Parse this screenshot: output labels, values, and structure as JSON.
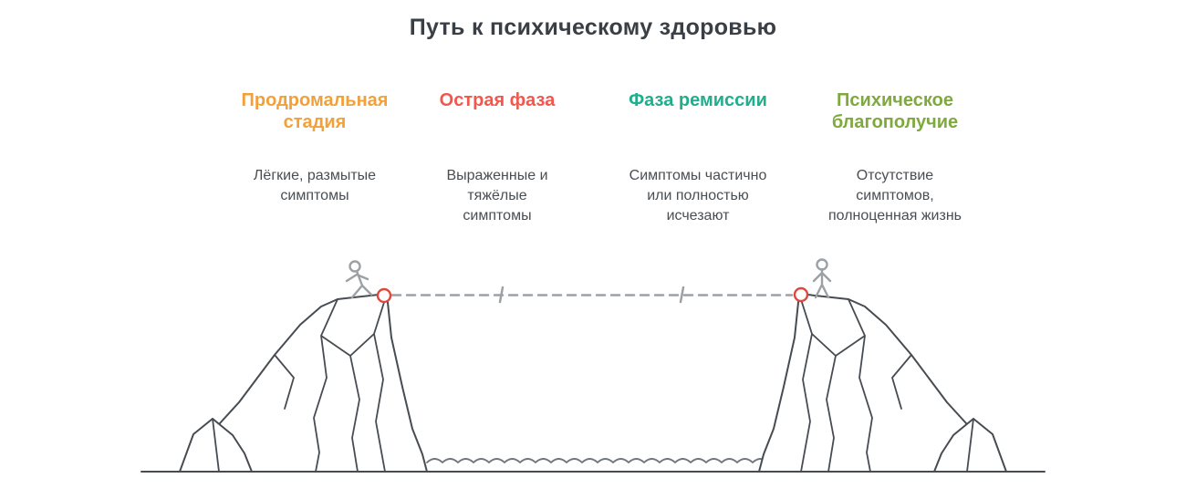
{
  "title": "Путь к психическому здоровью",
  "stages": [
    {
      "label": "Продромальная стадия",
      "description": "Лёгкие, размытые симптомы",
      "color": "#F2A13A"
    },
    {
      "label": "Острая фаза",
      "description": "Выраженные и тяжёлые симптомы",
      "color": "#F1574D"
    },
    {
      "label": "Фаза ремиссии",
      "description": "Симптомы частично или полностью исчезают",
      "color": "#21AE8C"
    },
    {
      "label": "Психическое благополучие",
      "description": "Отсутствие симптомов, полноценная жизнь",
      "color": "#7FA93F"
    }
  ],
  "colors": {
    "title": "#3A3F46",
    "description_text": "#494E53",
    "outline": "#474C52",
    "figure_gray": "#9CA1A5",
    "water_gray": "#70757A",
    "anchor_red": "#E0473C"
  }
}
